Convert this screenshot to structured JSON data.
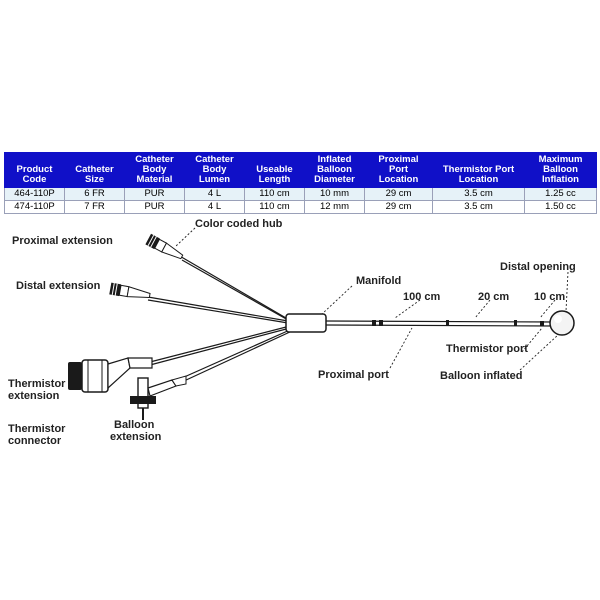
{
  "table": {
    "headers": [
      [
        "Product",
        "Code"
      ],
      [
        "Catheter",
        "Size"
      ],
      [
        "Catheter",
        "Body",
        "Material"
      ],
      [
        "Catheter",
        "Body",
        "Lumen"
      ],
      [
        "Useable",
        "Length"
      ],
      [
        "Inflated",
        "Balloon",
        "Diameter"
      ],
      [
        "Proximal",
        "Port",
        "Location"
      ],
      [
        "Thermistor Port",
        "Location"
      ],
      [
        "Maximum",
        "Balloon",
        "Inflation"
      ]
    ],
    "rows": [
      [
        "464-110P",
        "6 FR",
        "PUR",
        "4 L",
        "110 cm",
        "10 mm",
        "29 cm",
        "3.5 cm",
        "1.25 cc"
      ],
      [
        "474-110P",
        "7 FR",
        "PUR",
        "4 L",
        "110 cm",
        "12 mm",
        "29 cm",
        "3.5 cm",
        "1.50 cc"
      ]
    ],
    "header_color": "#1010c8",
    "row_alt_color": "#e6f2f8"
  },
  "labels": {
    "color_coded_hub": "Color coded hub",
    "proximal_extension": "Proximal extension",
    "distal_extension": "Distal extension",
    "manifold": "Manifold",
    "distal_opening": "Distal opening",
    "mark_100": "100 cm",
    "mark_20": "20 cm",
    "mark_10": "10 cm",
    "thermistor_port": "Thermistor port",
    "proximal_port": "Proximal port",
    "balloon_inflated": "Balloon inflated",
    "thermistor_extension_1": "Thermistor",
    "thermistor_extension_2": "extension",
    "thermistor_connector_1": "Thermistor",
    "thermistor_connector_2": "connector",
    "balloon_extension_1": "Balloon",
    "balloon_extension_2": "extension"
  },
  "icons": {
    "hub": "hub-connector-icon",
    "stopcock": "stopcock-valve-icon",
    "balloon": "balloon-tip-icon"
  }
}
